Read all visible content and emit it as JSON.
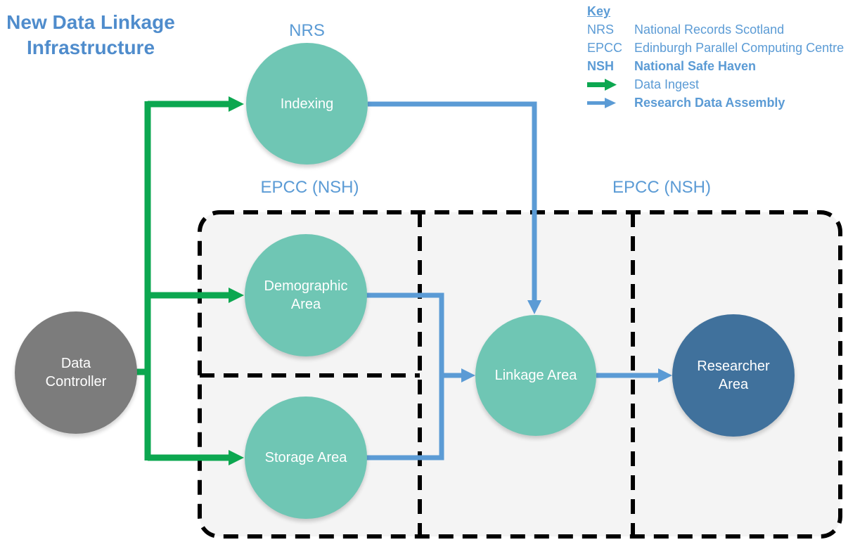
{
  "title": "New Data Linkage\nInfrastructure",
  "key": {
    "heading": "Key",
    "entries": [
      {
        "abbr": "NRS",
        "definition": "National Records Scotland"
      },
      {
        "abbr": "EPCC",
        "definition": "Edinburgh Parallel Computing Centre"
      },
      {
        "abbr": "NSH",
        "definition": "National Safe Haven"
      }
    ],
    "arrow_entries": [
      {
        "icon": "green-arrow-icon",
        "label": "Data Ingest"
      },
      {
        "icon": "blue-arrow-icon",
        "label": "Research Data Assembly"
      }
    ]
  },
  "zones": {
    "nrs_label": "NRS",
    "epcc_left_label": "EPCC (NSH)",
    "epcc_right_label": "EPCC (NSH)"
  },
  "nodes": {
    "data_controller": {
      "label": "Data\nController"
    },
    "indexing": {
      "label": "Indexing"
    },
    "demographic": {
      "label": "Demographic\nArea"
    },
    "storage": {
      "label": "Storage Area"
    },
    "linkage": {
      "label": "Linkage Area"
    },
    "researcher": {
      "label": "Researcher\nArea"
    }
  },
  "colors": {
    "teal_node": "#6FC6B4",
    "gray_node": "#7C7C7C",
    "darkblue_node": "#40719C",
    "green_arrow": "#0CA750",
    "blue_arrow": "#5B9BD5",
    "blue_text": "#5B9BD5",
    "title_text": "#4F8CCC",
    "container_fill": "#F4F4F4",
    "container_border": "#000000"
  },
  "flows": {
    "green": "Data Ingest: Data Controller to Indexing, Demographic Area, Storage Area",
    "blue": "Research Data Assembly: Indexing/Demographic/Storage to Linkage Area to Researcher Area"
  }
}
